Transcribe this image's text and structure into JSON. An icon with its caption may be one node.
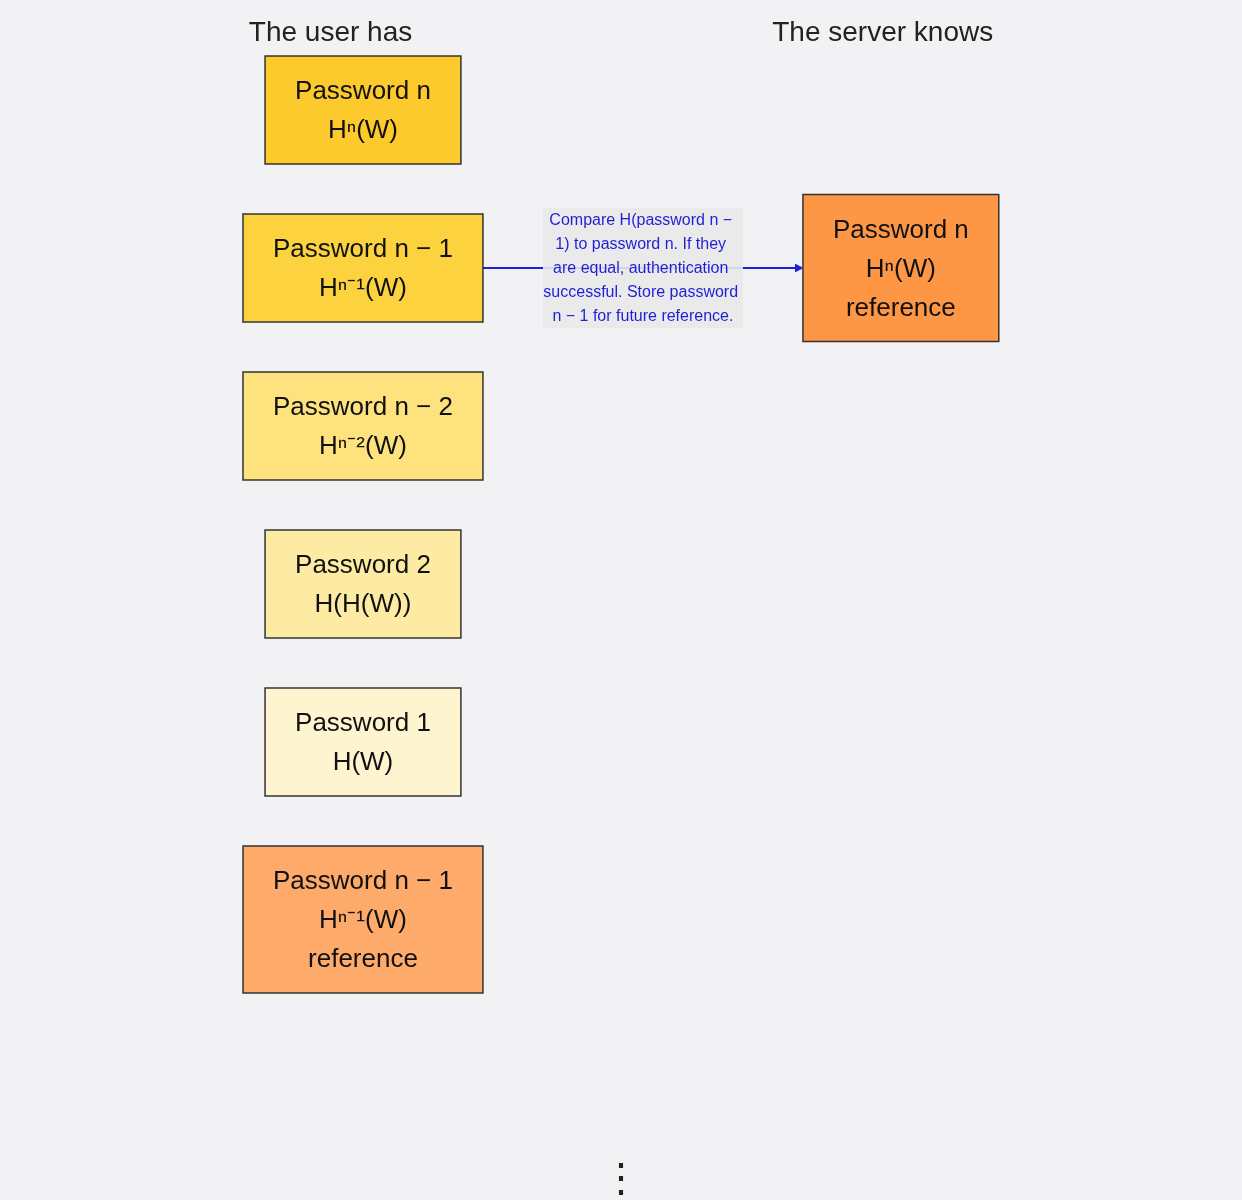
{
  "diagram": {
    "nodes": [
      {
        "text": [
          "Password n",
          "Hⁿ(W)"
        ]
      },
      {
        "text": [
          "Password n − 1",
          "Hⁿ⁻¹(W)"
        ]
      },
      {
        "text": [
          "Password n − 2",
          "Hⁿ⁻²(W)"
        ]
      },
      {
        "text": [
          "Password 2",
          "H(H(W))"
        ]
      },
      {
        "text": [
          "Password 1",
          "H(W)"
        ]
      },
      {
        "text": [
          "Password n",
          "Hⁿ(W)",
          "reference"
        ]
      },
      {
        "text": [
          "Password n − 1",
          "Hⁿ⁻¹(W)",
          "reference"
        ]
      }
    ],
    "edges": [
      {
        "from": 1,
        "to": 5,
        "arrow": "to",
        "label": "Compare H(password n − 1) to password n. If they are equal, authentication successful. Store password n − 1 for future reference.",
        "color": "#1f1fd6"
      }
    ],
    "labels": [
      "The user has",
      "The server knows",
      "⋮"
    ]
  }
}
